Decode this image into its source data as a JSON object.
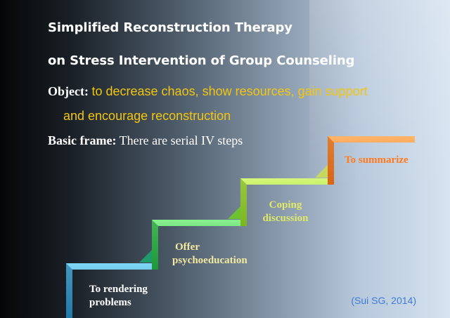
{
  "slide": {
    "title_line1": "Simplified Reconstruction Therapy",
    "title_line2": "on Stress Intervention of Group Counseling",
    "object_label": "Object:",
    "object_text_line1": "to decrease chaos, show resources, gain support",
    "object_text_line2": "and encourage reconstruction",
    "frame_label": "Basic frame:",
    "frame_text": "There are serial IV steps",
    "citation": "(Sui SG, 2014)"
  },
  "steps": [
    {
      "label": "To rendering problems",
      "line1": "To rendering",
      "line2": "problems",
      "color": "#3aa6d6"
    },
    {
      "label": "Offer psychoeducation",
      "line1": "Offer",
      "line2": "psychoeducation",
      "color": "#3cd24a"
    },
    {
      "label": "Coping discussion",
      "line1": "Coping",
      "line2": "discussion",
      "color": "#a6e23a"
    },
    {
      "label": "To summarize",
      "line1": "To summarize",
      "color": "#ff8a2a"
    }
  ],
  "colors": {
    "title": "#ffffff",
    "object_text": "#f2c60e",
    "citation": "#3e7bd6"
  }
}
